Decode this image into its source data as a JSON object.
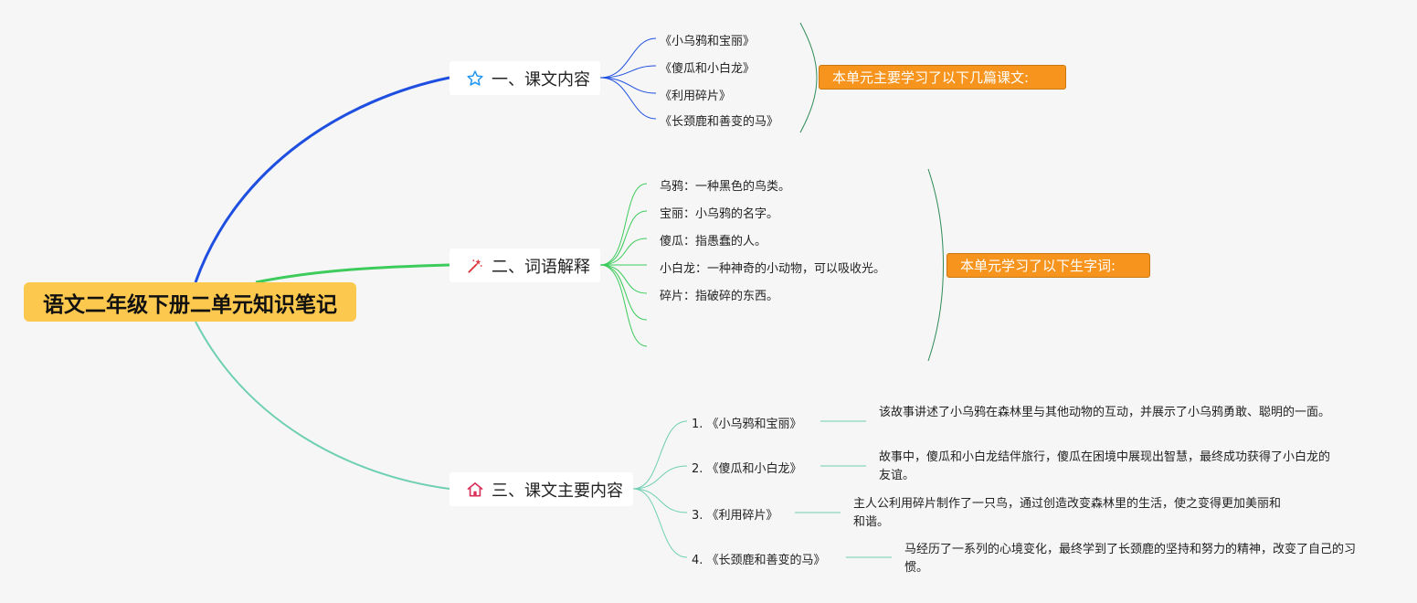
{
  "root": {
    "title": "语文二年级下册二单元知识笔记"
  },
  "branches": [
    {
      "label": "一、课文内容",
      "icon": "star-icon",
      "color": "#1f4fe0",
      "leaves": [
        "《小乌鸦和宝丽》",
        "《傻瓜和小白龙》",
        "《利用碎片》",
        "《长颈鹿和善变的马》"
      ],
      "summary": "本单元主要学习了以下几篇课文:"
    },
    {
      "label": "二、词语解释",
      "icon": "magic-wand-icon",
      "color": "#3dcb5c",
      "leaves": [
        "乌鸦：一种黑色的鸟类。",
        "宝丽：小乌鸦的名字。",
        "傻瓜：指愚蠢的人。",
        "小白龙：一种神奇的小动物，可以吸收光。",
        "碎片：指破碎的东西。",
        "",
        ""
      ],
      "summary": "本单元学习了以下生字词:"
    },
    {
      "label": "三、课文主要内容",
      "icon": "house-icon",
      "color": "#6fcfb2",
      "items": [
        {
          "title": "1. 《小乌鸦和宝丽》",
          "desc": "该故事讲述了小乌鸦在森林里与其他动物的互动，并展示了小乌鸦勇敢、聪明的一面。"
        },
        {
          "title": "2. 《傻瓜和小白龙》",
          "desc": "故事中，傻瓜和小白龙结伴旅行，傻瓜在困境中展现出智慧，最终成功获得了小白龙的友谊。"
        },
        {
          "title": "3. 《利用碎片》",
          "desc": "主人公利用碎片制作了一只鸟，通过创造改变森林里的生活，使之变得更加美丽和和谐。"
        },
        {
          "title": "4. 《长颈鹿和善变的马》",
          "desc": "马经历了一系列的心境变化，最终学到了长颈鹿的坚持和努力的精神，改变了自己的习惯。"
        }
      ]
    }
  ],
  "colors": {
    "root_fill": "#fdc84e",
    "summary_fill": "#f7941d",
    "branch1_line": "#1f4fe0",
    "branch2_line": "#3dcb5c",
    "branch3_line": "#6fcfb2"
  }
}
